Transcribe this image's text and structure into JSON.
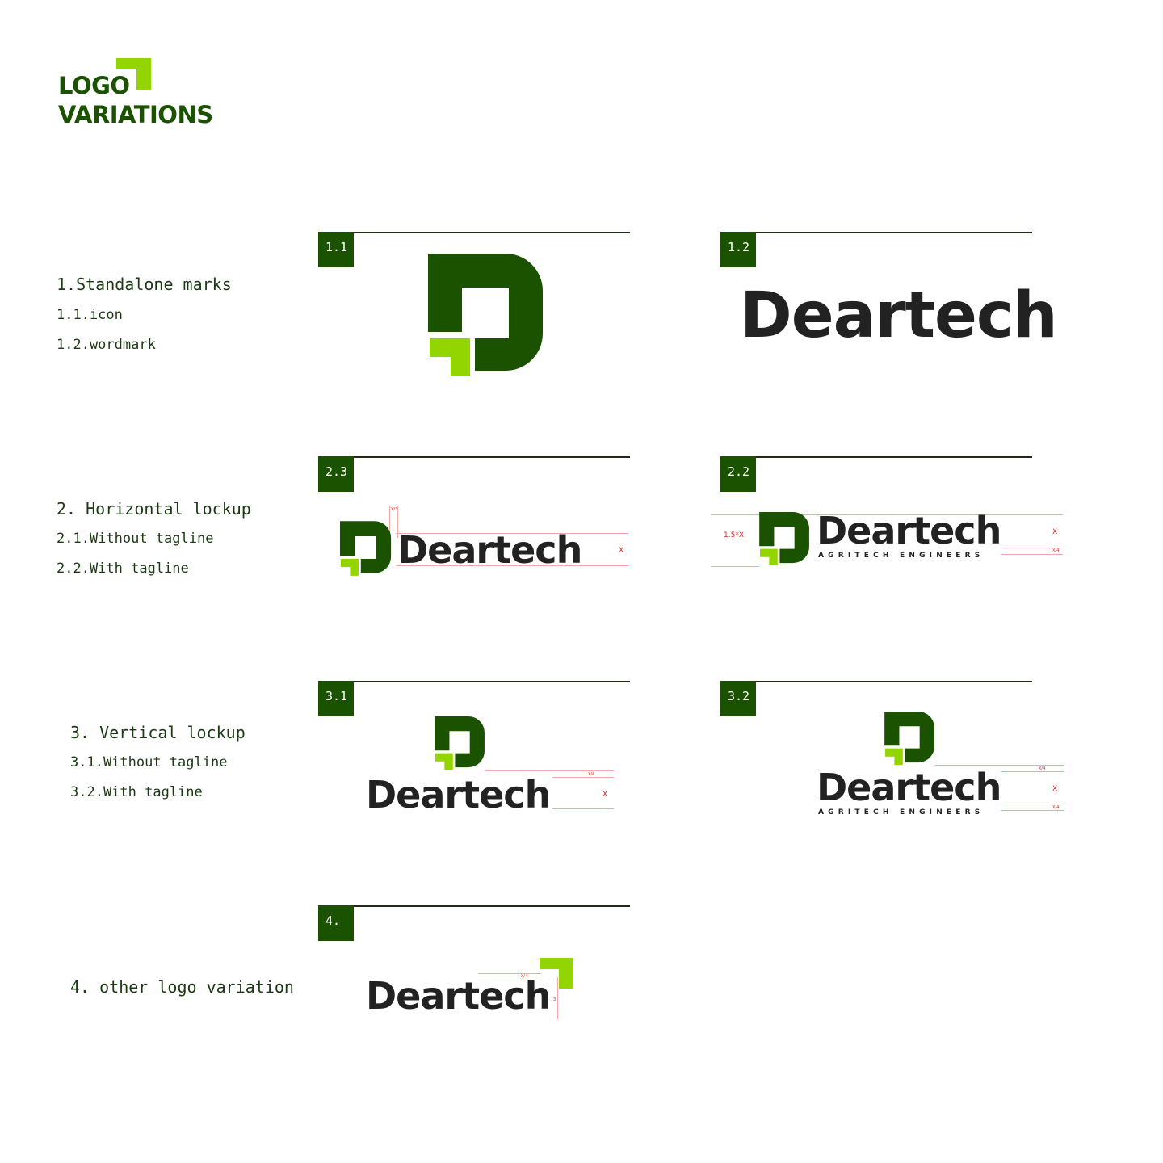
{
  "header": {
    "title_line1": "LOGO",
    "title_line2": "VARIATIONS",
    "accent_color": "#93d500",
    "brand_color": "#1a5200"
  },
  "sections": {
    "s1": {
      "heading": "1.Standalone marks",
      "items": [
        "1.1.icon",
        "1.2.wordmark"
      ]
    },
    "s2": {
      "heading": "2. Horizontal lockup",
      "items": [
        "2.1.Without tagline",
        "2.2.With tagline"
      ]
    },
    "s3": {
      "heading": "3. Vertical lockup",
      "items": [
        "3.1.Without tagline",
        "3.2.With tagline"
      ]
    },
    "s4": {
      "heading": "4. other logo variation"
    }
  },
  "panels": {
    "p11": {
      "badge": "1.1"
    },
    "p12": {
      "badge": "1.2",
      "wordmark": "Deartech"
    },
    "p23": {
      "badge": "2.3",
      "wordmark": "Deartech",
      "guide_top": "X/3",
      "guide_right": "X"
    },
    "p22": {
      "badge": "2.2",
      "wordmark": "Deartech",
      "tagline": "AGRITECH ENGINEERS",
      "guide_left": "1.5*X",
      "guide_right": "X",
      "guide_small": "X/4"
    },
    "p31": {
      "badge": "3.1",
      "wordmark": "Deartech",
      "guide_small": "X/4",
      "guide_right": "X"
    },
    "p32": {
      "badge": "3.2",
      "wordmark": "Deartech",
      "tagline": "AGRITECH ENGINEERS",
      "guide_small_top": "X/4",
      "guide_right": "X",
      "guide_small_bottom": "X/4"
    },
    "p4": {
      "badge": "4.",
      "wordmark": "Deartech",
      "guide_small": "X/4",
      "guide_side": "3"
    }
  }
}
